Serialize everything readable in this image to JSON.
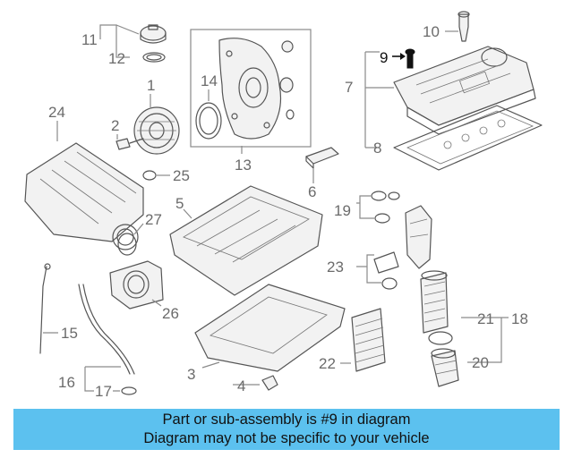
{
  "callouts": {
    "c1": "1",
    "c2": "2",
    "c3": "3",
    "c4": "4",
    "c5": "5",
    "c6": "6",
    "c7": "7",
    "c8": "8",
    "c9": "9",
    "c10": "10",
    "c11": "11",
    "c12": "12",
    "c13": "13",
    "c14": "14",
    "c15": "15",
    "c16": "16",
    "c17": "17",
    "c18": "18",
    "c19": "19",
    "c20": "20",
    "c21": "21",
    "c22": "22",
    "c23": "23",
    "c24": "24",
    "c25": "25",
    "c26": "26",
    "c27": "27"
  },
  "highlighted_part": "9",
  "colors": {
    "banner": "#5cc1ef",
    "highlight": "#111111",
    "line_art": "#555555",
    "callout_text": "#6b6b6b"
  },
  "banner": {
    "line1": "Part or sub-assembly is #9 in diagram",
    "line2": "Diagram may not be specific to your vehicle"
  }
}
